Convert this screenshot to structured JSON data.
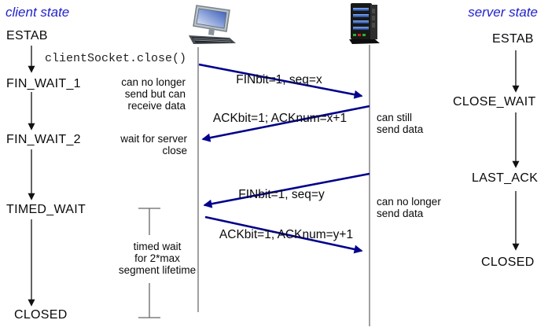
{
  "diagram": "TCP connection close sequence",
  "colors": {
    "header_blue": "#2222cc",
    "message_arrow_blue": "#00008b",
    "state_arrow_black": "#111111",
    "lifeline_gray": "#6e6e6e"
  },
  "client": {
    "header": "client state",
    "states": {
      "estab": "ESTAB",
      "fin_wait_1": "FIN_WAIT_1",
      "fin_wait_2": "FIN_WAIT_2",
      "timed_wait": "TIMED_WAIT",
      "closed": "CLOSED"
    },
    "socket_call": "clientSocket.close()",
    "annotations": {
      "no_longer_send": [
        "can no longer",
        "send but can",
        "receive data"
      ],
      "wait_for_server": [
        "wait for server",
        "close"
      ],
      "timed_wait_note": [
        "timed wait",
        "for 2*max",
        "segment lifetime"
      ]
    }
  },
  "server": {
    "header": "server state",
    "states": {
      "estab": "ESTAB",
      "close_wait": "CLOSE_WAIT",
      "last_ack": "LAST_ACK",
      "closed": "CLOSED"
    },
    "annotations": {
      "can_still": [
        "can still",
        "send data"
      ],
      "no_longer": [
        "can no longer",
        "send data"
      ]
    }
  },
  "messages": {
    "fin_x": "FINbit=1, seq=x",
    "ack_x": "ACKbit=1; ACKnum=x+1",
    "fin_y": "FINbit=1, seq=y",
    "ack_y": "ACKbit=1; ACKnum=y+1"
  },
  "icons": {
    "client": "desktop-computer-icon",
    "server": "server-tower-icon"
  }
}
